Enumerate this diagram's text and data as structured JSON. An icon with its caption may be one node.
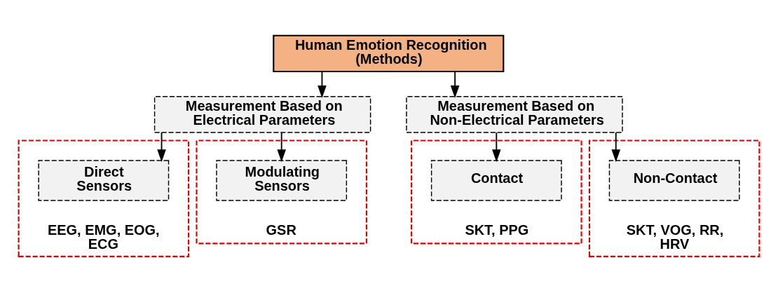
{
  "diagram": {
    "nodes": [
      {
        "text": [
          "Human Emotion Recognition (Methods)"
        ]
      },
      {
        "text": [
          "Measurement Based on Electrical Parameters"
        ]
      },
      {
        "text": [
          "Measurement Based on Non-Electrical Parameters"
        ]
      },
      {
        "text": [
          "EEG, EMG, EOG, ECG"
        ]
      },
      {
        "text": [
          "Direct Sensors"
        ],
        "in": 3
      },
      {
        "text": [
          "GSR"
        ]
      },
      {
        "text": [
          "Modulating Sensors"
        ],
        "in": 5
      },
      {
        "text": [
          "SKT, PPG"
        ]
      },
      {
        "text": [
          "Contact"
        ],
        "in": 7
      },
      {
        "text": [
          "SKT, VOG, RR, HRV"
        ]
      },
      {
        "text": [
          "Non-Contact"
        ],
        "in": 9
      }
    ],
    "edges": [
      {
        "from": 0,
        "to": 1,
        "arrow": "to"
      },
      {
        "from": 0,
        "to": 2,
        "arrow": "to"
      },
      {
        "from": 1,
        "to": 4,
        "arrow": "to"
      },
      {
        "from": 1,
        "to": 6,
        "arrow": "to"
      },
      {
        "from": 2,
        "to": 8,
        "arrow": "to"
      },
      {
        "from": 2,
        "to": 10,
        "arrow": "to"
      }
    ]
  }
}
